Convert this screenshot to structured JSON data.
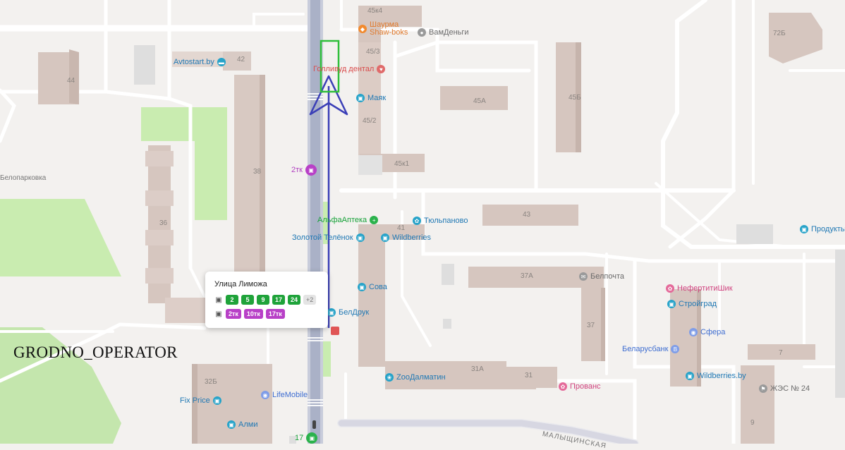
{
  "overlay": {
    "operator": "GRODNO_OPERATOR"
  },
  "street_labels": {
    "belopark": "Белопарковка",
    "malysh": "МАЛЫЩИНСКАЯ"
  },
  "buildings": {
    "b45k4": "45к4",
    "b42": "42",
    "b44": "44",
    "b45_3": "45/3",
    "b45a": "45A",
    "b45b": "45Б",
    "b45_2": "45/2",
    "b38": "38",
    "b45k1": "45к1",
    "b72b": "72Б",
    "b43": "43",
    "b41": "41",
    "b36": "36",
    "b37a": "37A",
    "b37": "37",
    "b31a": "31A",
    "b31": "31",
    "b7": "7",
    "b32b": "32Б",
    "b9": "9"
  },
  "pois": {
    "shawarma": "Шаурма Shaw-boks",
    "vamdengi": "ВамДеньги",
    "avtostart": "Avtostart.by",
    "gollivud": "Голливуд дентал",
    "mayak": "Маяк",
    "bus2tk": "2тк",
    "alfa": "АльфаАптека",
    "tyulpanovo": "Тюльпаново",
    "zolotoy": "Золотой Телёнок",
    "wildberries": "Wildberries",
    "produkty": "Продукты",
    "belpochta": "Белпочта",
    "nefertitishik": "НефертитиШик",
    "sova": "Сова",
    "stroigrad": "Стройград",
    "beldruk": "БелДрук",
    "sfera": "Сфера",
    "belarusbank": "Беларусбанк",
    "wildberries_by": "Wildberries.by",
    "zoodalmatin": "ZооДалматин",
    "provans": "Прованс",
    "zhes": "ЖЭС № 24",
    "lifemobile": "LifeMobile",
    "fixprice": "Fix Price",
    "almi": "Алми",
    "stop17": "17"
  },
  "stop_popup": {
    "title": "Улица Лиможа",
    "bus_routes": [
      "2",
      "5",
      "9",
      "17",
      "24"
    ],
    "bus_more": "+2",
    "trolley_routes": [
      "2тк",
      "10тк",
      "17тк"
    ]
  },
  "colors": {
    "route_line": "#3b3fb7",
    "target_box": "#2fbf3a",
    "bus_badge": "#1fa33a",
    "trolley_badge": "#b840c7",
    "park": "#c9ecb0"
  }
}
